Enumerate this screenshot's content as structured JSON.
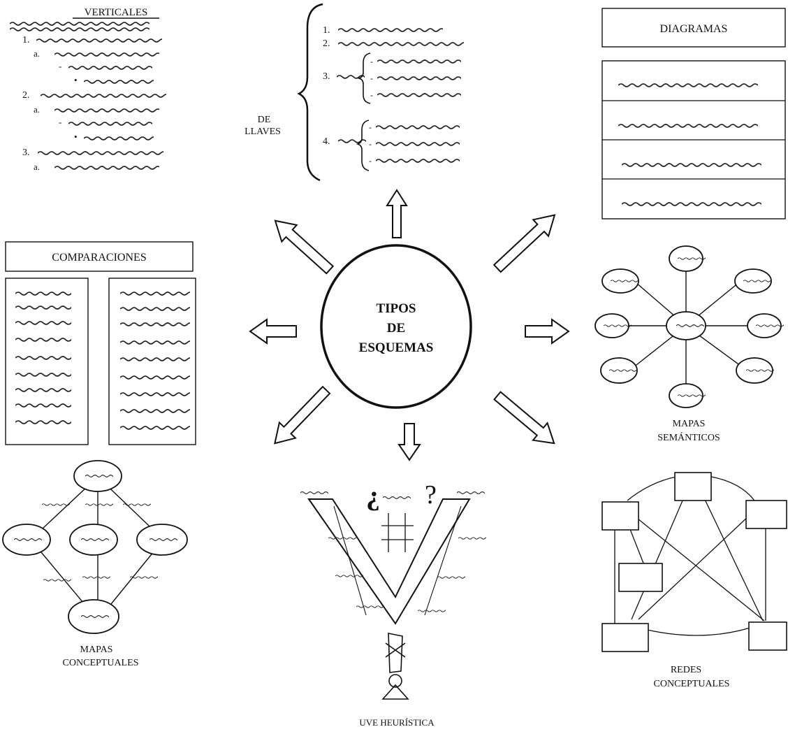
{
  "center": {
    "line1": "TIPOS",
    "line2": "DE",
    "line3": "ESQUEMAS"
  },
  "verticales": {
    "title": "VERTICALES",
    "numbers": [
      "1.",
      "2.",
      "3."
    ],
    "letters": [
      "a.",
      "a.",
      "a."
    ]
  },
  "llaves": {
    "label1": "DE",
    "label2": "LLAVES",
    "numbers": [
      "1.",
      "2.",
      "3.",
      "4."
    ]
  },
  "diagramas": {
    "title": "DIAGRAMAS"
  },
  "comparaciones": {
    "title": "COMPARACIONES"
  },
  "mapas_semanticos": {
    "label1": "MAPAS",
    "label2": "SEMÁNTICOS"
  },
  "mapas_conceptuales": {
    "label1": "MAPAS",
    "label2": "CONCEPTUALES"
  },
  "uve": {
    "label": "UVE HEURÍSTICA",
    "q_open": "¿",
    "q_close": "?"
  },
  "redes": {
    "label1": "REDES",
    "label2": "CONCEPTUALES"
  }
}
